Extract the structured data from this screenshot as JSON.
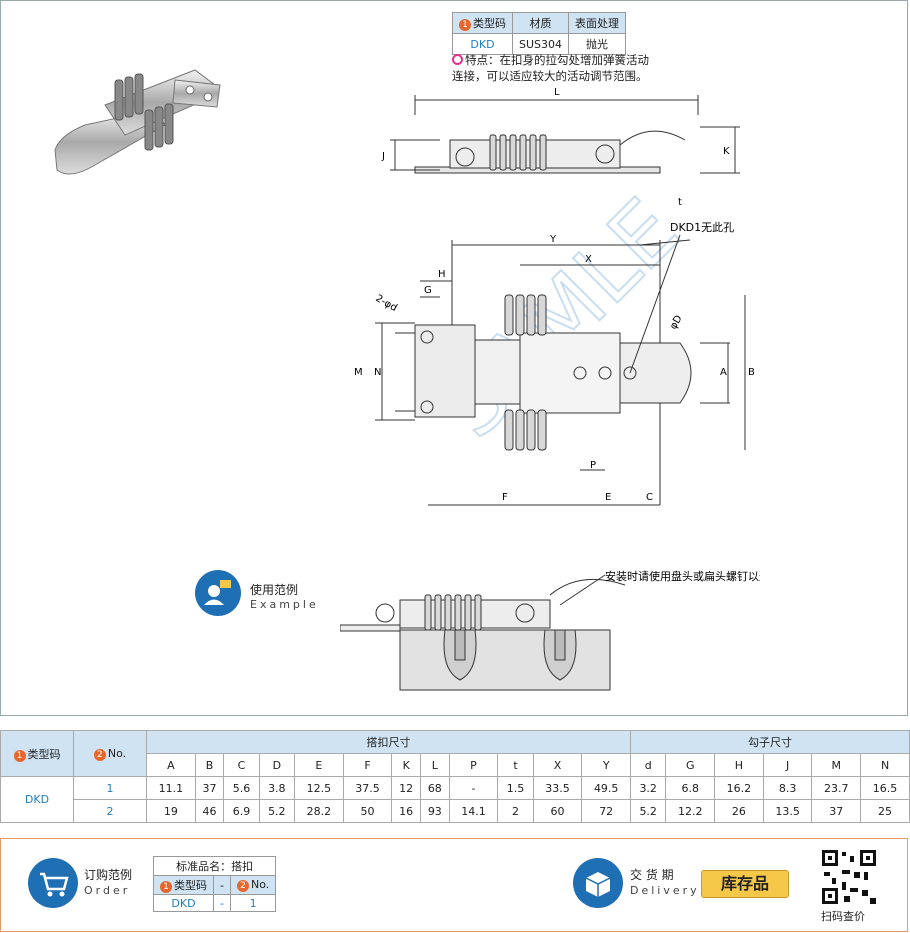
{
  "spec_table": {
    "headers": [
      "类型码",
      "材质",
      "表面处理"
    ],
    "header_num": "1",
    "row": [
      "DKD",
      "SUS304",
      "抛光"
    ]
  },
  "feature": {
    "line1": "特点：在扣身的拉勾处增加弹簧活动",
    "line2": "连接，可以适应较大的活动调节范围。"
  },
  "drawing": {
    "labels": {
      "L": "L",
      "J": "J",
      "K": "K",
      "t": "t",
      "Y": "Y",
      "X": "X",
      "H": "H",
      "G": "G",
      "d": "2-φd",
      "D": "φD",
      "M": "M",
      "N": "N",
      "A": "A",
      "B": "B",
      "P": "P",
      "F": "F",
      "E": "E",
      "C": "C"
    },
    "dkd1_note": "DKD1无此孔",
    "watermark": "SAMLE",
    "install_note": "安装时请使用盘头或扁头螺钉以避免干涉"
  },
  "example": {
    "cn": "使用范例",
    "en": "Example"
  },
  "main_table": {
    "type_label": "类型码",
    "type_num": "1",
    "no_label": "No.",
    "no_num": "2",
    "group1": "搭扣尺寸",
    "group2": "勾子尺寸",
    "cols1": [
      "A",
      "B",
      "C",
      "D",
      "E",
      "F",
      "K",
      "L",
      "P",
      "t",
      "X",
      "Y"
    ],
    "cols2": [
      "d",
      "G",
      "H",
      "J",
      "M",
      "N"
    ],
    "type_value": "DKD",
    "rows": [
      {
        "no": "1",
        "vals": [
          "11.1",
          "37",
          "5.6",
          "3.8",
          "12.5",
          "37.5",
          "12",
          "68",
          "-",
          "1.5",
          "33.5",
          "49.5",
          "3.2",
          "6.8",
          "16.2",
          "8.3",
          "23.7",
          "16.5"
        ]
      },
      {
        "no": "2",
        "vals": [
          "19",
          "46",
          "6.9",
          "5.2",
          "28.2",
          "50",
          "16",
          "93",
          "14.1",
          "2",
          "60",
          "72",
          "5.2",
          "12.2",
          "26",
          "13.5",
          "37",
          "25"
        ]
      }
    ]
  },
  "order": {
    "cn": "订购范例",
    "en": "Order",
    "std_name": "标准品名：搭扣",
    "type_label": "类型码",
    "type_num": "1",
    "dash": "-",
    "no_label": "No.",
    "no_num": "2",
    "type_value": "DKD",
    "dash2": "-",
    "no_value": "1"
  },
  "delivery": {
    "cn": "交 货 期",
    "en": "Delivery",
    "stock": "库存品"
  },
  "qr": {
    "label": "扫码查价"
  }
}
